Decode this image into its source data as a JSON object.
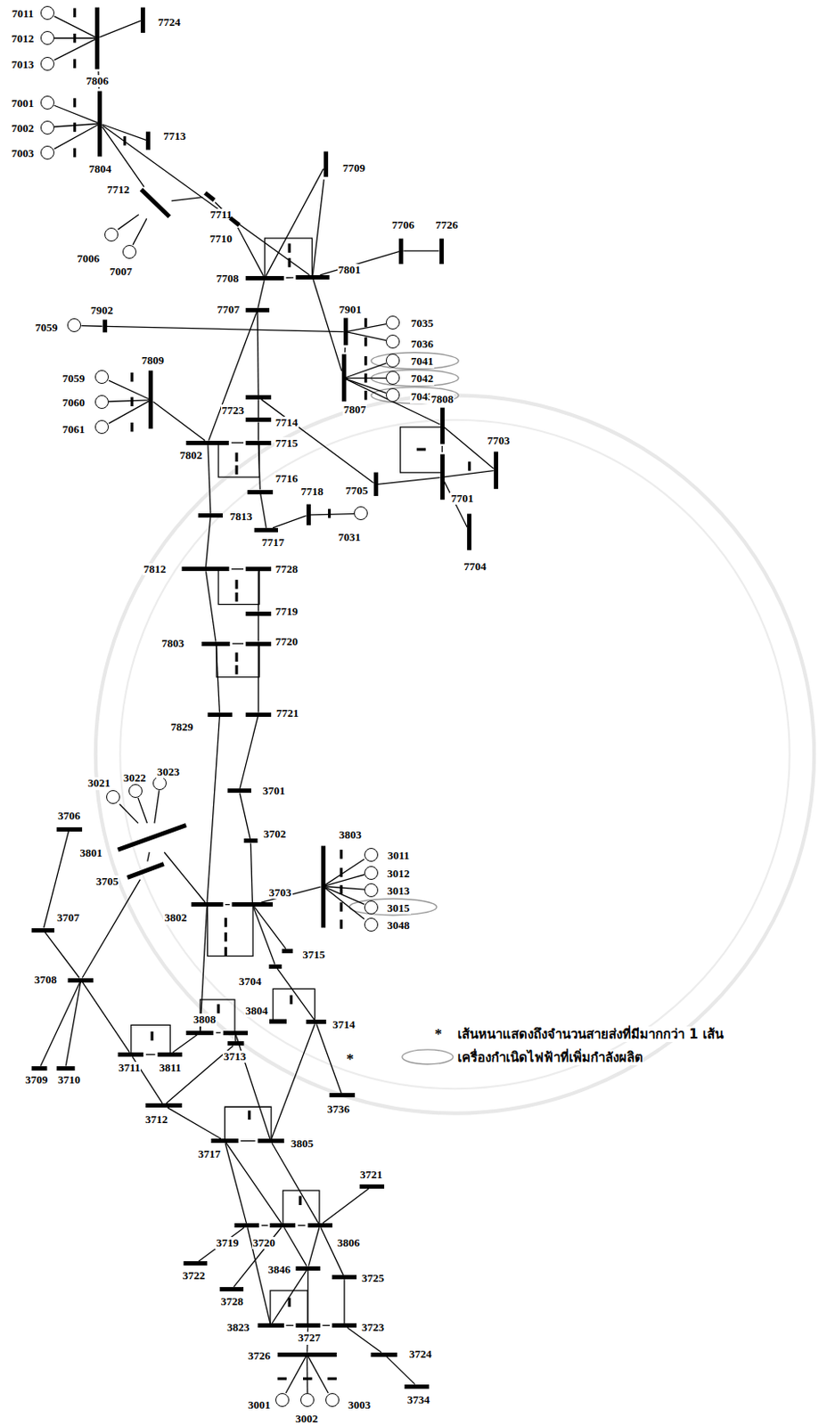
{
  "diagram": {
    "nodes": [
      {
        "text": [
          "7011"
        ]
      },
      {
        "text": [
          "7724"
        ]
      },
      {
        "text": [
          "7012"
        ]
      },
      {
        "text": [
          "7013"
        ]
      },
      {
        "text": [
          "7806"
        ]
      },
      {
        "text": [
          "7001"
        ]
      },
      {
        "text": [
          "7002"
        ]
      },
      {
        "text": [
          "7713"
        ]
      },
      {
        "text": [
          "7003"
        ]
      },
      {
        "text": [
          "7804"
        ]
      },
      {
        "text": [
          "7709"
        ]
      },
      {
        "text": [
          "7712"
        ]
      },
      {
        "text": [
          "7711"
        ]
      },
      {
        "text": [
          "7006"
        ]
      },
      {
        "text": [
          "7710"
        ]
      },
      {
        "text": [
          "7007"
        ]
      },
      {
        "text": [
          "7706"
        ]
      },
      {
        "text": [
          "7726"
        ]
      },
      {
        "text": [
          "7708"
        ]
      },
      {
        "text": [
          "7801"
        ]
      },
      {
        "text": [
          "7707"
        ]
      },
      {
        "text": [
          "7902"
        ]
      },
      {
        "text": [
          "7901"
        ]
      },
      {
        "text": [
          "7035"
        ]
      },
      {
        "text": [
          "7059"
        ]
      },
      {
        "text": [
          "7036"
        ]
      },
      {
        "text": [
          "7809"
        ]
      },
      {
        "text": [
          "7041"
        ]
      },
      {
        "text": [
          "7042"
        ]
      },
      {
        "text": [
          "7043"
        ]
      },
      {
        "text": [
          "7807"
        ]
      },
      {
        "text": [
          "7059"
        ]
      },
      {
        "text": [
          "7060"
        ]
      },
      {
        "text": [
          "7061"
        ]
      },
      {
        "text": [
          "7723"
        ]
      },
      {
        "text": [
          "7808"
        ]
      },
      {
        "text": [
          "7714"
        ]
      },
      {
        "text": [
          "7703"
        ]
      },
      {
        "text": [
          "7802"
        ]
      },
      {
        "text": [
          "7715"
        ]
      },
      {
        "text": [
          "7705"
        ]
      },
      {
        "text": [
          "7701"
        ]
      },
      {
        "text": [
          "7716"
        ]
      },
      {
        "text": [
          "7718"
        ]
      },
      {
        "text": [
          "7813"
        ]
      },
      {
        "text": [
          "7717"
        ]
      },
      {
        "text": [
          "7031"
        ]
      },
      {
        "text": [
          "7704"
        ]
      },
      {
        "text": [
          "7812"
        ]
      },
      {
        "text": [
          "7728"
        ]
      },
      {
        "text": [
          "7719"
        ]
      },
      {
        "text": [
          "7803"
        ]
      },
      {
        "text": [
          "7720"
        ]
      },
      {
        "text": [
          "7829"
        ]
      },
      {
        "text": [
          "7721"
        ]
      },
      {
        "text": [
          "3701"
        ]
      },
      {
        "text": [
          "3021"
        ]
      },
      {
        "text": [
          "3022"
        ]
      },
      {
        "text": [
          "3023"
        ]
      },
      {
        "text": [
          "3706"
        ]
      },
      {
        "text": [
          "3801"
        ]
      },
      {
        "text": [
          "3803"
        ]
      },
      {
        "text": [
          "3011"
        ]
      },
      {
        "text": [
          "3702"
        ]
      },
      {
        "text": [
          "3012"
        ]
      },
      {
        "text": [
          "3705"
        ]
      },
      {
        "text": [
          "3013"
        ]
      },
      {
        "text": [
          "3015"
        ]
      },
      {
        "text": [
          "3802"
        ]
      },
      {
        "text": [
          "3703"
        ]
      },
      {
        "text": [
          "3048"
        ]
      },
      {
        "text": [
          "3707"
        ]
      },
      {
        "text": [
          "3715"
        ]
      },
      {
        "text": [
          "3708"
        ]
      },
      {
        "text": [
          "3704"
        ]
      },
      {
        "text": [
          "3808"
        ]
      },
      {
        "text": [
          "3804"
        ]
      },
      {
        "text": [
          "3714"
        ]
      },
      {
        "text": [
          "3709"
        ]
      },
      {
        "text": [
          "3710"
        ]
      },
      {
        "text": [
          "3711"
        ]
      },
      {
        "text": [
          "3811"
        ]
      },
      {
        "text": [
          "3713"
        ]
      },
      {
        "text": [
          "3736"
        ]
      },
      {
        "text": [
          "3712"
        ]
      },
      {
        "text": [
          "3717"
        ]
      },
      {
        "text": [
          "3805"
        ]
      },
      {
        "text": [
          "3721"
        ]
      },
      {
        "text": [
          "3719"
        ]
      },
      {
        "text": [
          "3720"
        ]
      },
      {
        "text": [
          "3806"
        ]
      },
      {
        "text": [
          "3722"
        ]
      },
      {
        "text": [
          "3846"
        ]
      },
      {
        "text": [
          "3725"
        ]
      },
      {
        "text": [
          "3728"
        ]
      },
      {
        "text": [
          "3823"
        ]
      },
      {
        "text": [
          "3727"
        ]
      },
      {
        "text": [
          "3723"
        ]
      },
      {
        "text": [
          "3726"
        ]
      },
      {
        "text": [
          "3724"
        ]
      },
      {
        "text": [
          "3734"
        ]
      },
      {
        "text": [
          "3001"
        ]
      },
      {
        "text": [
          "3002"
        ]
      },
      {
        "text": [
          "3003"
        ]
      }
    ],
    "edges": [
      {
        "from": 0,
        "to": 4,
        "arrow": "none"
      },
      {
        "from": 2,
        "to": 4,
        "arrow": "none"
      },
      {
        "from": 3,
        "to": 4,
        "arrow": "none"
      },
      {
        "from": 5,
        "to": 9,
        "arrow": "none"
      },
      {
        "from": 6,
        "to": 9,
        "arrow": "none"
      },
      {
        "from": 8,
        "to": 9,
        "arrow": "none"
      },
      {
        "from": 13,
        "to": 11,
        "arrow": "none"
      },
      {
        "from": 15,
        "to": 11,
        "arrow": "none"
      },
      {
        "from": 24,
        "to": 21,
        "arrow": "none"
      },
      {
        "from": 23,
        "to": 22,
        "arrow": "none"
      },
      {
        "from": 25,
        "to": 22,
        "arrow": "none"
      },
      {
        "from": 27,
        "to": 30,
        "arrow": "none"
      },
      {
        "from": 28,
        "to": 30,
        "arrow": "none"
      },
      {
        "from": 29,
        "to": 30,
        "arrow": "none"
      },
      {
        "from": 31,
        "to": 26,
        "arrow": "none"
      },
      {
        "from": 32,
        "to": 26,
        "arrow": "none"
      },
      {
        "from": 33,
        "to": 26,
        "arrow": "none"
      },
      {
        "from": 46,
        "to": 43,
        "arrow": "none"
      },
      {
        "from": 56,
        "to": 60,
        "arrow": "none"
      },
      {
        "from": 57,
        "to": 60,
        "arrow": "none"
      },
      {
        "from": 58,
        "to": 60,
        "arrow": "none"
      },
      {
        "from": 62,
        "to": 61,
        "arrow": "none"
      },
      {
        "from": 64,
        "to": 61,
        "arrow": "none"
      },
      {
        "from": 66,
        "to": 61,
        "arrow": "none"
      },
      {
        "from": 67,
        "to": 61,
        "arrow": "none"
      },
      {
        "from": 70,
        "to": 61,
        "arrow": "none"
      },
      {
        "from": 101,
        "to": 98,
        "arrow": "none"
      },
      {
        "from": 102,
        "to": 98,
        "arrow": "none"
      },
      {
        "from": 103,
        "to": 98,
        "arrow": "none"
      },
      {
        "from": 4,
        "to": 1,
        "arrow": "none"
      },
      {
        "from": 4,
        "to": 9,
        "arrow": "none"
      },
      {
        "from": 9,
        "to": 7,
        "arrow": "none"
      },
      {
        "from": 9,
        "to": 11,
        "arrow": "none"
      },
      {
        "from": 11,
        "to": 12,
        "arrow": "none"
      },
      {
        "from": 12,
        "to": 14,
        "arrow": "none"
      },
      {
        "from": 14,
        "to": 18,
        "arrow": "none"
      },
      {
        "from": 9,
        "to": 19,
        "arrow": "none"
      },
      {
        "from": 10,
        "to": 18,
        "arrow": "none"
      },
      {
        "from": 10,
        "to": 19,
        "arrow": "none"
      },
      {
        "from": 18,
        "to": 19,
        "arrow": "none"
      },
      {
        "from": 19,
        "to": 16,
        "arrow": "none"
      },
      {
        "from": 16,
        "to": 17,
        "arrow": "none"
      },
      {
        "from": 18,
        "to": 20,
        "arrow": "none"
      },
      {
        "from": 21,
        "to": 22,
        "arrow": "none"
      },
      {
        "from": 22,
        "to": 30,
        "arrow": "none"
      },
      {
        "from": 19,
        "to": 30,
        "arrow": "none"
      },
      {
        "from": 30,
        "to": 35,
        "arrow": "none"
      },
      {
        "from": 35,
        "to": 41,
        "arrow": "none"
      },
      {
        "from": 35,
        "to": 37,
        "arrow": "none"
      },
      {
        "from": 41,
        "to": 37,
        "arrow": "none"
      },
      {
        "from": 41,
        "to": 47,
        "arrow": "none"
      },
      {
        "from": 41,
        "to": 40,
        "arrow": "none"
      },
      {
        "from": 34,
        "to": 40,
        "arrow": "none"
      },
      {
        "from": 20,
        "to": 34,
        "arrow": "none"
      },
      {
        "from": 34,
        "to": 36,
        "arrow": "none"
      },
      {
        "from": 36,
        "to": 39,
        "arrow": "none"
      },
      {
        "from": 38,
        "to": 39,
        "arrow": "none"
      },
      {
        "from": 26,
        "to": 38,
        "arrow": "none"
      },
      {
        "from": 38,
        "to": 20,
        "arrow": "none"
      },
      {
        "from": 39,
        "to": 42,
        "arrow": "none"
      },
      {
        "from": 42,
        "to": 45,
        "arrow": "none"
      },
      {
        "from": 45,
        "to": 43,
        "arrow": "none"
      },
      {
        "from": 38,
        "to": 44,
        "arrow": "none"
      },
      {
        "from": 44,
        "to": 48,
        "arrow": "none"
      },
      {
        "from": 48,
        "to": 49,
        "arrow": "none"
      },
      {
        "from": 49,
        "to": 50,
        "arrow": "none"
      },
      {
        "from": 48,
        "to": 51,
        "arrow": "none"
      },
      {
        "from": 50,
        "to": 52,
        "arrow": "none"
      },
      {
        "from": 51,
        "to": 52,
        "arrow": "none"
      },
      {
        "from": 51,
        "to": 53,
        "arrow": "none"
      },
      {
        "from": 52,
        "to": 54,
        "arrow": "none"
      },
      {
        "from": 54,
        "to": 55,
        "arrow": "none"
      },
      {
        "from": 55,
        "to": 63,
        "arrow": "none"
      },
      {
        "from": 63,
        "to": 69,
        "arrow": "none"
      },
      {
        "from": 53,
        "to": 68,
        "arrow": "none"
      },
      {
        "from": 60,
        "to": 65,
        "arrow": "none"
      },
      {
        "from": 60,
        "to": 68,
        "arrow": "none"
      },
      {
        "from": 59,
        "to": 71,
        "arrow": "none"
      },
      {
        "from": 71,
        "to": 73,
        "arrow": "none"
      },
      {
        "from": 73,
        "to": 78,
        "arrow": "none"
      },
      {
        "from": 73,
        "to": 79,
        "arrow": "none"
      },
      {
        "from": 73,
        "to": 80,
        "arrow": "none"
      },
      {
        "from": 73,
        "to": 65,
        "arrow": "none"
      },
      {
        "from": 68,
        "to": 69,
        "arrow": "none"
      },
      {
        "from": 69,
        "to": 61,
        "arrow": "none"
      },
      {
        "from": 69,
        "to": 72,
        "arrow": "none"
      },
      {
        "from": 69,
        "to": 74,
        "arrow": "none"
      },
      {
        "from": 68,
        "to": 75,
        "arrow": "none"
      },
      {
        "from": 75,
        "to": 76,
        "arrow": "none"
      },
      {
        "from": 75,
        "to": 81,
        "arrow": "none"
      },
      {
        "from": 80,
        "to": 81,
        "arrow": "none"
      },
      {
        "from": 76,
        "to": 82,
        "arrow": "none"
      },
      {
        "from": 74,
        "to": 77,
        "arrow": "none"
      },
      {
        "from": 77,
        "to": 83,
        "arrow": "none"
      },
      {
        "from": 77,
        "to": 86,
        "arrow": "none"
      },
      {
        "from": 76,
        "to": 86,
        "arrow": "none"
      },
      {
        "from": 80,
        "to": 84,
        "arrow": "none"
      },
      {
        "from": 84,
        "to": 82,
        "arrow": "none"
      },
      {
        "from": 84,
        "to": 85,
        "arrow": "none"
      },
      {
        "from": 85,
        "to": 86,
        "arrow": "none"
      },
      {
        "from": 85,
        "to": 88,
        "arrow": "none"
      },
      {
        "from": 85,
        "to": 89,
        "arrow": "none"
      },
      {
        "from": 86,
        "to": 90,
        "arrow": "none"
      },
      {
        "from": 88,
        "to": 89,
        "arrow": "none"
      },
      {
        "from": 89,
        "to": 90,
        "arrow": "none"
      },
      {
        "from": 90,
        "to": 87,
        "arrow": "none"
      },
      {
        "from": 88,
        "to": 91,
        "arrow": "none"
      },
      {
        "from": 89,
        "to": 94,
        "arrow": "none"
      },
      {
        "from": 89,
        "to": 92,
        "arrow": "none"
      },
      {
        "from": 90,
        "to": 92,
        "arrow": "none"
      },
      {
        "from": 90,
        "to": 93,
        "arrow": "none"
      },
      {
        "from": 92,
        "to": 95,
        "arrow": "none"
      },
      {
        "from": 92,
        "to": 96,
        "arrow": "none"
      },
      {
        "from": 93,
        "to": 97,
        "arrow": "none"
      },
      {
        "from": 95,
        "to": 96,
        "arrow": "none"
      },
      {
        "from": 96,
        "to": 97,
        "arrow": "none"
      },
      {
        "from": 96,
        "to": 98,
        "arrow": "none"
      },
      {
        "from": 97,
        "to": 99,
        "arrow": "none"
      },
      {
        "from": 99,
        "to": 100,
        "arrow": "none"
      },
      {
        "from": 95,
        "to": 88,
        "arrow": "none"
      }
    ],
    "labels": [
      "*",
      "*"
    ],
    "legend": [
      {
        "text": "เส้นหนาแสดงถึงจำนวนสายส่งที่มีมากกว่า 1 เส้น"
      },
      {
        "text": "เครื่องกำเนิดไฟฟ้าที่เพิ่มกำลังผลิต"
      }
    ]
  }
}
